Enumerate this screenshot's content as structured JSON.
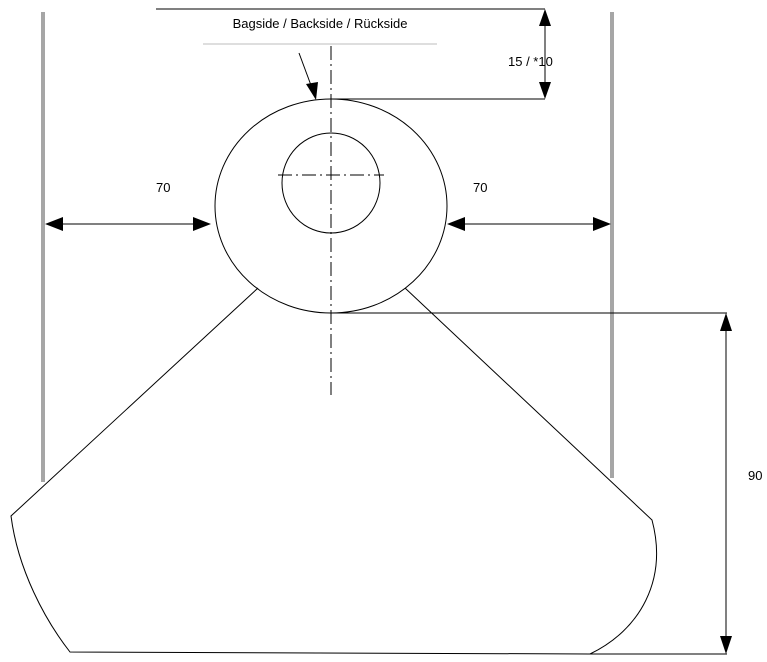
{
  "labels": {
    "backside_label": "Bagside / Backside / Rückside",
    "top_distance": "15 / *10",
    "left_clearance": "70",
    "right_clearance": "70",
    "height_dimension": "90"
  },
  "colors": {
    "wall": "#a6a6a6",
    "line": "#000000",
    "leader": "#bdbdbd"
  }
}
